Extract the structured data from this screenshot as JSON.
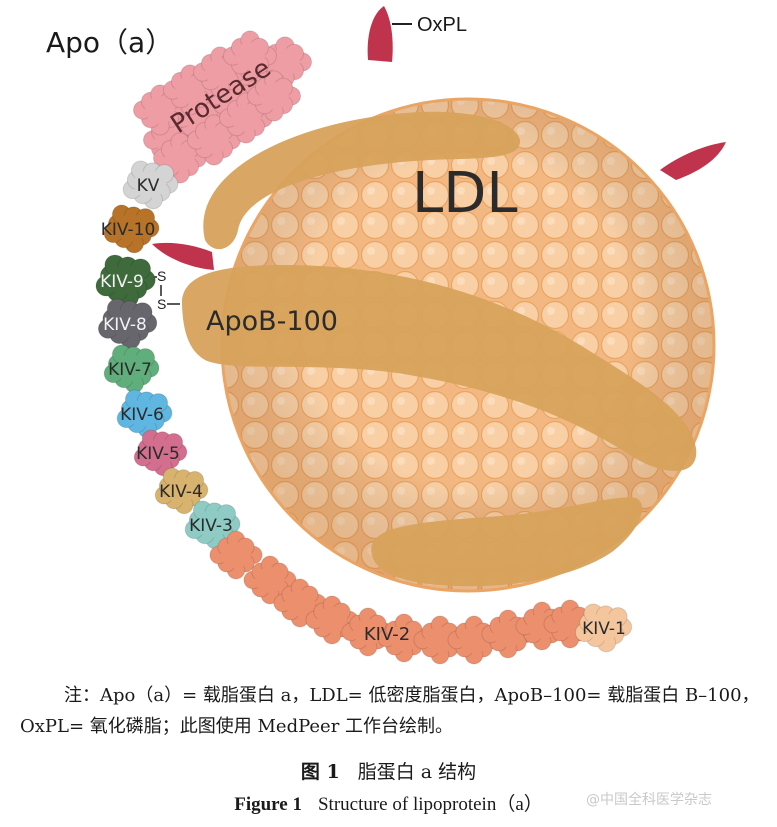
{
  "diagram": {
    "apo_title": "Apo（a）",
    "protease_label": "Protease",
    "oxpl_label": "OxPL",
    "ldl_label": "LDL",
    "apob_label": "ApoB-100",
    "disulfide_top": "S",
    "disulfide_bottom": "S",
    "kringles": [
      {
        "label": "KV",
        "color": "#d4d4d4"
      },
      {
        "label": "KIV-10",
        "color": "#b77327"
      },
      {
        "label": "KIV-9",
        "color": "#3e6a3c"
      },
      {
        "label": "KIV-8",
        "color": "#66666c"
      },
      {
        "label": "KIV-7",
        "color": "#5fae7b"
      },
      {
        "label": "KIV-6",
        "color": "#5fb6e0"
      },
      {
        "label": "KIV-5",
        "color": "#d36e8f"
      },
      {
        "label": "KIV-4",
        "color": "#d7b36d"
      },
      {
        "label": "KIV-3",
        "color": "#8ecbc5"
      },
      {
        "label": "KIV-2",
        "color": "#ec8f6d"
      },
      {
        "label": "KIV-1",
        "color": "#f4c69e"
      }
    ],
    "colors": {
      "ldl_fill": "#f6c493",
      "ldl_stroke": "#eaa464",
      "apob": "#d7a25b",
      "oxpl": "#c0334d",
      "protease": "#ef9da4"
    }
  },
  "caption": {
    "note": "注：Apo（a）= 载脂蛋白 a，LDL= 低密度脂蛋白，ApoB–100= 载脂蛋白 B–100，OxPL= 氧化磷脂；此图使用 MedPeer 工作台绘制。",
    "figure_cn_number": "图 1",
    "figure_cn_title": "脂蛋白 a 结构",
    "figure_en_number": "Figure 1",
    "figure_en_title": "Structure of lipoprotein（a）"
  },
  "watermark": "@中国全科医学杂志"
}
